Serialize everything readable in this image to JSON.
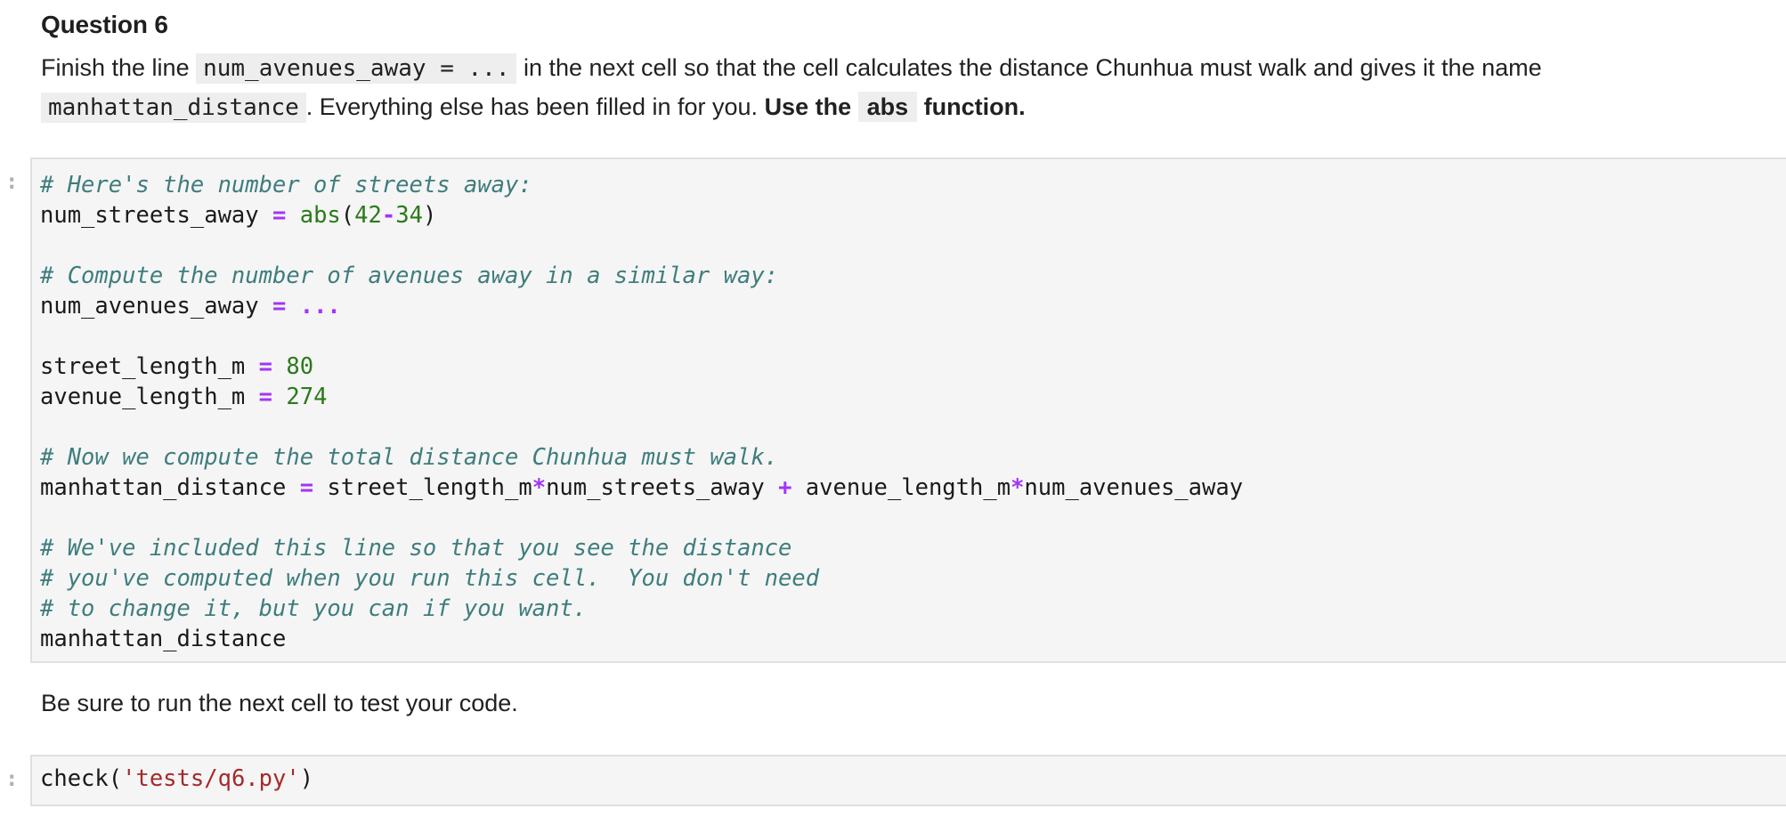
{
  "question": {
    "heading": "Question 6",
    "line1": {
      "pre": "Finish the line ",
      "code": "num_avenues_away = ...",
      "post": " in the next cell so that the cell calculates the distance Chunhua must walk and gives it the name"
    },
    "line2": {
      "code": "manhattan_distance",
      "mid": ". Everything else has been filled in for you. ",
      "bold_pre": "Use the",
      "bold_code": "abs",
      "bold_post": "function."
    }
  },
  "cell1": {
    "prompt": ":",
    "lines": [
      [
        {
          "t": "comment",
          "v": "# Here's the number of streets away:"
        }
      ],
      [
        {
          "t": "name",
          "v": "num_streets_away "
        },
        {
          "t": "op",
          "v": "="
        },
        {
          "t": "name",
          "v": " "
        },
        {
          "t": "builtin",
          "v": "abs"
        },
        {
          "t": "punc",
          "v": "("
        },
        {
          "t": "num",
          "v": "42"
        },
        {
          "t": "op",
          "v": "-"
        },
        {
          "t": "num",
          "v": "34"
        },
        {
          "t": "punc",
          "v": ")"
        }
      ],
      [],
      [
        {
          "t": "comment",
          "v": "# Compute the number of avenues away in a similar way:"
        }
      ],
      [
        {
          "t": "name",
          "v": "num_avenues_away "
        },
        {
          "t": "op",
          "v": "="
        },
        {
          "t": "name",
          "v": " "
        },
        {
          "t": "ellipsis",
          "v": "..."
        }
      ],
      [],
      [
        {
          "t": "name",
          "v": "street_length_m "
        },
        {
          "t": "op",
          "v": "="
        },
        {
          "t": "name",
          "v": " "
        },
        {
          "t": "num",
          "v": "80"
        }
      ],
      [
        {
          "t": "name",
          "v": "avenue_length_m "
        },
        {
          "t": "op",
          "v": "="
        },
        {
          "t": "name",
          "v": " "
        },
        {
          "t": "num",
          "v": "274"
        }
      ],
      [],
      [
        {
          "t": "comment",
          "v": "# Now we compute the total distance Chunhua must walk."
        }
      ],
      [
        {
          "t": "name",
          "v": "manhattan_distance "
        },
        {
          "t": "op",
          "v": "="
        },
        {
          "t": "name",
          "v": " street_length_m"
        },
        {
          "t": "op",
          "v": "*"
        },
        {
          "t": "name",
          "v": "num_streets_away "
        },
        {
          "t": "op",
          "v": "+"
        },
        {
          "t": "name",
          "v": " avenue_length_m"
        },
        {
          "t": "op",
          "v": "*"
        },
        {
          "t": "name",
          "v": "num_avenues_away"
        }
      ],
      [],
      [
        {
          "t": "comment",
          "v": "# We've included this line so that you see the distance"
        }
      ],
      [
        {
          "t": "comment",
          "v": "# you've computed when you run this cell.  You don't need"
        }
      ],
      [
        {
          "t": "comment",
          "v": "# to change it, but you can if you want."
        }
      ],
      [
        {
          "t": "name",
          "v": "manhattan_distance"
        }
      ]
    ]
  },
  "instruction": "Be sure to run the next cell to test your code.",
  "cell2": {
    "prompt": ":",
    "lines": [
      [
        {
          "t": "name",
          "v": "check"
        },
        {
          "t": "punc",
          "v": "("
        },
        {
          "t": "str",
          "v": "'tests/q6.py'"
        },
        {
          "t": "punc",
          "v": ")"
        }
      ]
    ]
  },
  "colors": {
    "comment": "#3f7d7d",
    "operator": "#a335f5",
    "number": "#2b7a1b",
    "builtin": "#2b7a1b",
    "string": "#a52a2a",
    "cell_bg": "#f5f5f5",
    "cell_border": "#e0e0e0",
    "chip_bg": "#eeeeee"
  }
}
